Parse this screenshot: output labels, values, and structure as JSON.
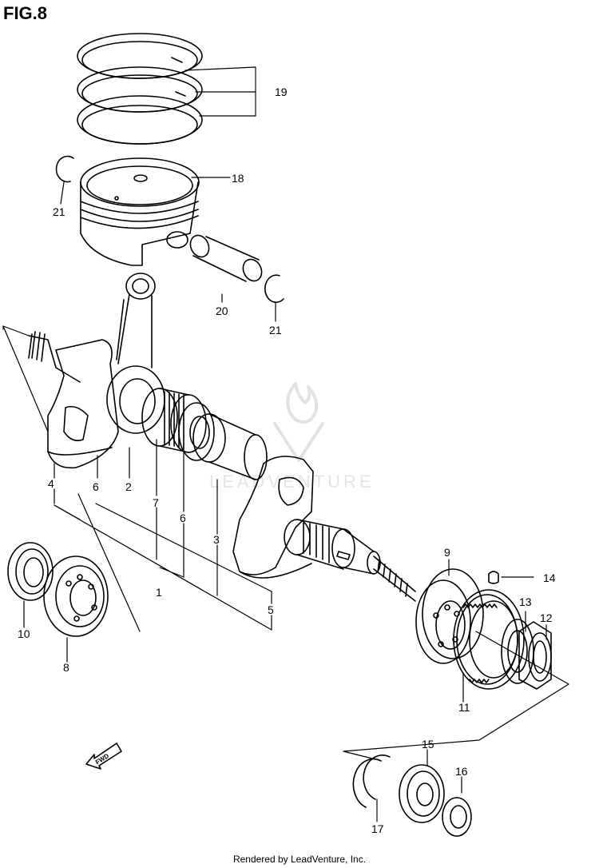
{
  "figure": {
    "title": "FIG.8"
  },
  "watermark": {
    "text": "LEADVENTURE"
  },
  "footer": {
    "text": "Rendered by LeadVenture, Inc."
  },
  "fwd_arrow": {
    "label": "FWD"
  },
  "callouts": [
    "19",
    "18",
    "21",
    "20",
    "21",
    "4",
    "6",
    "2",
    "7",
    "6",
    "3",
    "1",
    "5",
    "9",
    "14",
    "13",
    "12",
    "10",
    "8",
    "11",
    "15",
    "16",
    "17"
  ]
}
